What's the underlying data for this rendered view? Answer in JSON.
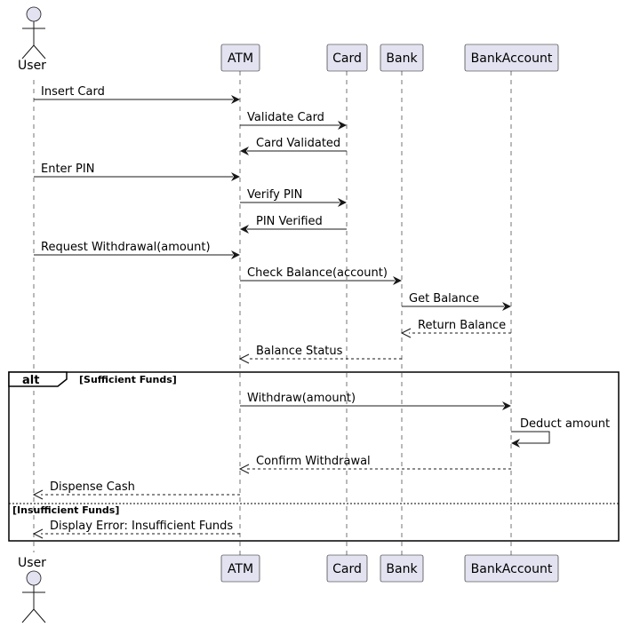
{
  "actor": {
    "name": "User",
    "icon": "stick-figure-icon"
  },
  "participants": [
    {
      "id": "atm",
      "label": "ATM"
    },
    {
      "id": "card",
      "label": "Card"
    },
    {
      "id": "bank",
      "label": "Bank"
    },
    {
      "id": "bankaccount",
      "label": "BankAccount"
    }
  ],
  "messages": [
    {
      "from": "user",
      "to": "atm",
      "label": "Insert Card",
      "style": "solid"
    },
    {
      "from": "atm",
      "to": "card",
      "label": "Validate Card",
      "style": "solid"
    },
    {
      "from": "card",
      "to": "atm",
      "label": "Card Validated",
      "style": "solid"
    },
    {
      "from": "user",
      "to": "atm",
      "label": "Enter PIN",
      "style": "solid"
    },
    {
      "from": "atm",
      "to": "card",
      "label": "Verify PIN",
      "style": "solid"
    },
    {
      "from": "card",
      "to": "atm",
      "label": "PIN Verified",
      "style": "solid"
    },
    {
      "from": "user",
      "to": "atm",
      "label": "Request Withdrawal(amount)",
      "style": "solid"
    },
    {
      "from": "atm",
      "to": "bank",
      "label": "Check Balance(account)",
      "style": "solid"
    },
    {
      "from": "bank",
      "to": "bankaccount",
      "label": "Get Balance",
      "style": "solid"
    },
    {
      "from": "bankaccount",
      "to": "bank",
      "label": "Return Balance",
      "style": "dashed"
    },
    {
      "from": "bank",
      "to": "atm",
      "label": "Balance Status",
      "style": "dashed"
    },
    {
      "from": "atm",
      "to": "bankaccount",
      "label": "Withdraw(amount)",
      "style": "solid"
    },
    {
      "from": "bankaccount",
      "to": "bankaccount",
      "label": "Deduct amount",
      "style": "solid"
    },
    {
      "from": "bankaccount",
      "to": "atm",
      "label": "Confirm Withdrawal",
      "style": "dashed"
    },
    {
      "from": "atm",
      "to": "user",
      "label": "Dispense Cash",
      "style": "dashed"
    },
    {
      "from": "atm",
      "to": "user",
      "label": "Display Error: Insufficient Funds",
      "style": "dashed"
    }
  ],
  "fragment": {
    "keyword": "alt",
    "guards": [
      "[Sufficient Funds]",
      "[Insufficient Funds]"
    ]
  },
  "colors": {
    "participant_fill": "#E2E2F0",
    "line": "#181818"
  }
}
